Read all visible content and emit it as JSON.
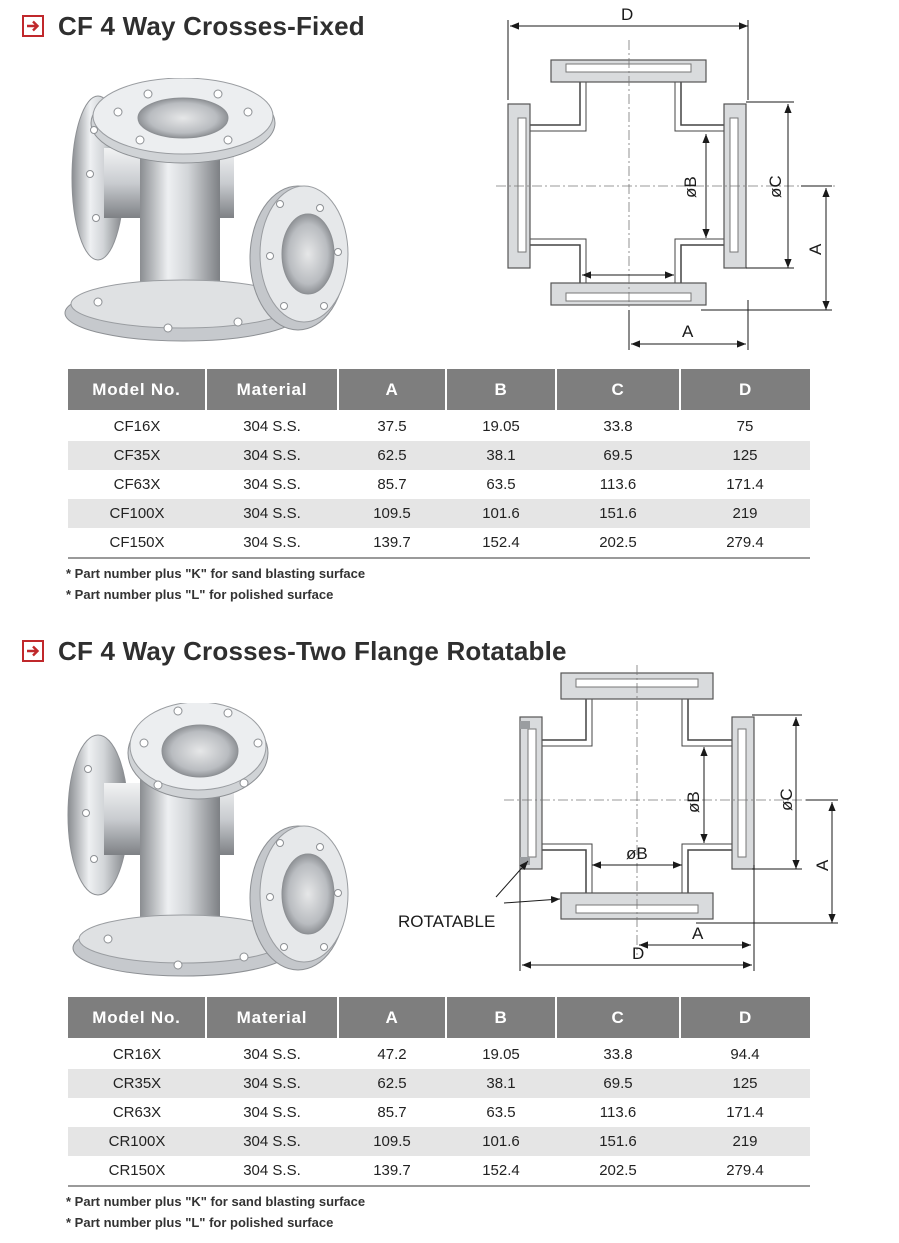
{
  "sections": [
    {
      "title": "CF 4 Way Crosses-Fixed",
      "drawing_labels": {
        "d": "D",
        "b": "øB",
        "c": "øC",
        "a_vertical": "A",
        "a_horizontal": "A"
      },
      "columns": [
        "Model No.",
        "Material",
        "A",
        "B",
        "C",
        "D"
      ],
      "rows": [
        [
          "CF16X",
          "304 S.S.",
          "37.5",
          "19.05",
          "33.8",
          "75"
        ],
        [
          "CF35X",
          "304 S.S.",
          "62.5",
          "38.1",
          "69.5",
          "125"
        ],
        [
          "CF63X",
          "304 S.S.",
          "85.7",
          "63.5",
          "113.6",
          "171.4"
        ],
        [
          "CF100X",
          "304 S.S.",
          "109.5",
          "101.6",
          "151.6",
          "219"
        ],
        [
          "CF150X",
          "304 S.S.",
          "139.7",
          "152.4",
          "202.5",
          "279.4"
        ]
      ],
      "notes": [
        "* Part number plus \"K\" for sand blasting surface",
        "* Part number plus \"L\" for polished surface"
      ]
    },
    {
      "title": "CF 4 Way Crosses-Two Flange Rotatable",
      "drawing_labels": {
        "b_vertical": "øB",
        "b_horizontal": "øB",
        "c": "øC",
        "a_vertical": "A",
        "a_horizontal": "A",
        "d": "D",
        "rotatable": "ROTATABLE"
      },
      "columns": [
        "Model No.",
        "Material",
        "A",
        "B",
        "C",
        "D"
      ],
      "rows": [
        [
          "CR16X",
          "304 S.S.",
          "47.2",
          "19.05",
          "33.8",
          "94.4"
        ],
        [
          "CR35X",
          "304 S.S.",
          "62.5",
          "38.1",
          "69.5",
          "125"
        ],
        [
          "CR63X",
          "304 S.S.",
          "85.7",
          "63.5",
          "113.6",
          "171.4"
        ],
        [
          "CR100X",
          "304 S.S.",
          "109.5",
          "101.6",
          "151.6",
          "219"
        ],
        [
          "CR150X",
          "304 S.S.",
          "139.7",
          "152.4",
          "202.5",
          "279.4"
        ]
      ],
      "notes": [
        "* Part number plus \"K\" for sand blasting surface",
        "* Part number plus \"L\" for polished surface"
      ]
    }
  ],
  "colors": {
    "accent": "#c0282b",
    "header_bg": "#7e7e7e",
    "alt_row": "#e5e5e5"
  },
  "icons": [
    "arrow-right-box-icon"
  ]
}
